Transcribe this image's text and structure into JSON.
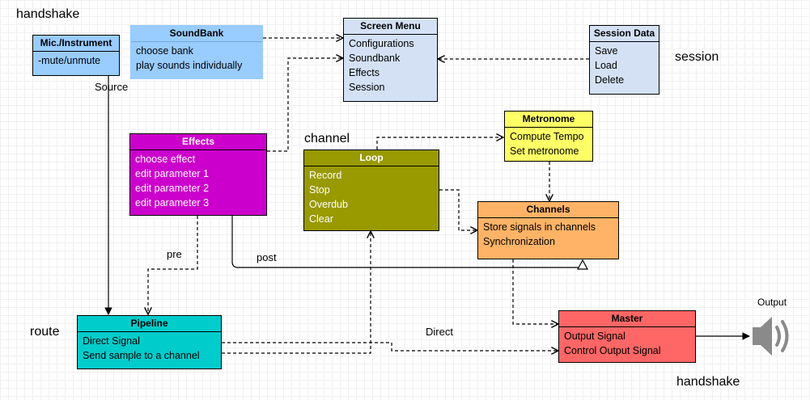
{
  "free_labels": {
    "handshake_top": "handshake",
    "source": "Source",
    "session": "session",
    "channel": "channel",
    "pre": "pre",
    "post": "post",
    "route": "route",
    "direct": "Direct",
    "output": "Output",
    "handshake_bottom": "handshake"
  },
  "boxes": {
    "mic": {
      "title": "Mic./Instrument",
      "items": [
        "-mute/unmute"
      ],
      "fill": "#99ccff",
      "title_color": "#000000"
    },
    "soundbank": {
      "title": "SoundBank",
      "items": [
        "choose bank",
        "play sounds individually"
      ],
      "fill": "#99ccff",
      "title_color": "#000000"
    },
    "screen_menu": {
      "title": "Screen Menu",
      "items": [
        "Configurations",
        "Soundbank",
        "Effects",
        "Session"
      ],
      "fill": "#d4e1f5",
      "title_color": "#000000"
    },
    "session_data": {
      "title": "Session Data",
      "items": [
        "Save",
        "Load",
        "Delete"
      ],
      "fill": "#d4e1f5",
      "title_color": "#000000"
    },
    "effects": {
      "title": "Effects",
      "items": [
        "choose effect",
        "edit parameter 1",
        "edit parameter 2",
        "edit parameter 3"
      ],
      "fill": "#cc00cc",
      "title_color": "#ffffff"
    },
    "loop": {
      "title": "Loop",
      "items": [
        "Record",
        "Stop",
        "Overdub",
        "Clear"
      ],
      "fill": "#999900",
      "title_color": "#ffffff"
    },
    "metronome": {
      "title": "Metronome",
      "items": [
        "Compute Tempo",
        "Set metronome"
      ],
      "fill": "#ffff66",
      "title_color": "#000000"
    },
    "channels": {
      "title": "Channels",
      "items": [
        "Store signals in channels",
        "Synchronization"
      ],
      "fill": "#ffb366",
      "title_color": "#000000"
    },
    "pipeline": {
      "title": "Pipeline",
      "items": [
        "Direct Signal",
        "Send sample to a channel"
      ],
      "fill": "#00cccc",
      "title_color": "#000000"
    },
    "master": {
      "title": "Master",
      "items": [
        "Output Signal",
        "Control Output Signal"
      ],
      "fill": "#ff6666",
      "title_color": "#000000"
    }
  },
  "icons": {
    "speaker": "speaker-icon"
  }
}
